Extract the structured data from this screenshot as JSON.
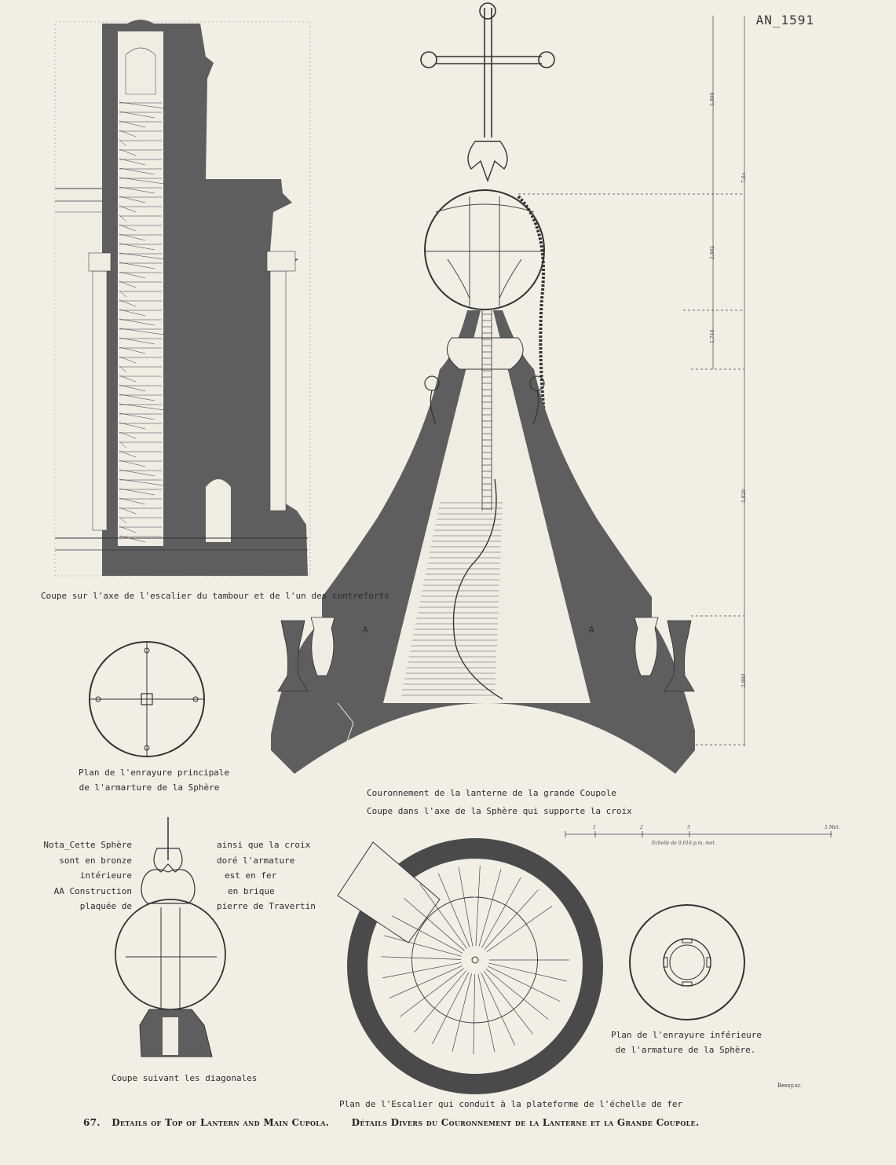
{
  "plate_number": "AN_1591",
  "labels": {
    "section_stair": "Coupe sur l'axe de l'escalier du tambour et de l'un des contreforts",
    "plan_main_line1": "Plan de l'enrayure principale",
    "plan_main_line2": "de l'armarture de la Sphère",
    "crown_line1": "Couronnement de la lanterne de la grande Coupole",
    "crown_line2": "Coupe dans l'axe de la Sphère qui supporte la croix",
    "section_diagonals": "Coupe suivant les diagonales",
    "plan_lower_line1": "Plan de l'enrayure inférieure",
    "plan_lower_line2": "de l'armature de la Sphère.",
    "stair_plan": "Plan de l'Escalier qui conduit à la plateforme de l'échelle de fer",
    "letter_a": "A"
  },
  "nota": {
    "left": [
      "Nota_Cette Sphère",
      "sont en bronze",
      "intérieure",
      "AA Construction",
      "plaquée de"
    ],
    "right": [
      "ainsi que la croix",
      "doré l'armature",
      "est en fer",
      "en brique",
      "pierre de Travertin"
    ]
  },
  "dimensions": [
    "5,809",
    "7,6o",
    "2,882",
    "1,710",
    "5,820",
    "2,880"
  ],
  "scale": {
    "ticks": [
      "1",
      "2",
      "3",
      "5 Met."
    ],
    "label": "Echelle de 0,016 p.m. met."
  },
  "engraver": "Bessy.sc.",
  "caption": {
    "number": "67.",
    "english": "Details of Top of Lantern and Main Cupola.",
    "french": "Détails Divers du Couronnement de la Lanterne et la Grande Coupole."
  },
  "colors": {
    "paper": "#f1eee6",
    "ink": "#2c2a28",
    "wash": "#5e5e5e"
  }
}
